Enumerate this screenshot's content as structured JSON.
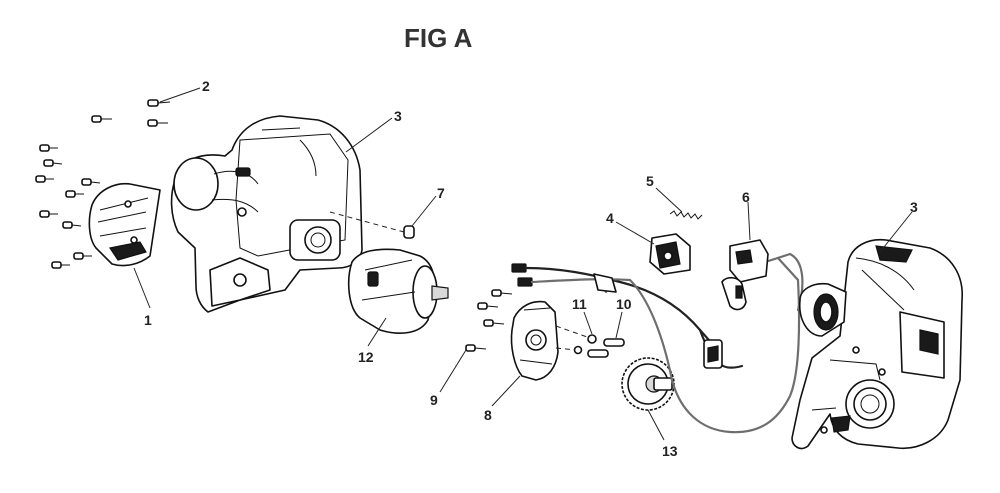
{
  "figure": {
    "title": "FIG A"
  },
  "callouts": [
    {
      "id": "1",
      "text": "1"
    },
    {
      "id": "2",
      "text": "2"
    },
    {
      "id": "3a",
      "text": "3"
    },
    {
      "id": "3b",
      "text": "3"
    },
    {
      "id": "4",
      "text": "4"
    },
    {
      "id": "5",
      "text": "5"
    },
    {
      "id": "6",
      "text": "6"
    },
    {
      "id": "7",
      "text": "7"
    },
    {
      "id": "8",
      "text": "8"
    },
    {
      "id": "9",
      "text": "9"
    },
    {
      "id": "10",
      "text": "10"
    },
    {
      "id": "11",
      "text": "11"
    },
    {
      "id": "12",
      "text": "12"
    },
    {
      "id": "13",
      "text": "13"
    }
  ],
  "colors": {
    "line": "#111111",
    "label": "#222222",
    "title": "#333333",
    "grey_wire": "#6e6e6e"
  }
}
